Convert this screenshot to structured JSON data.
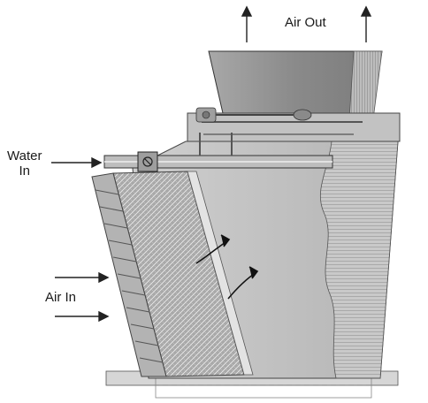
{
  "labels": {
    "air_out": "Air Out",
    "water_in_line1": "Water",
    "water_in_line2": "In",
    "air_in": "Air In"
  },
  "icons": {
    "flow_arrow": "arrow-icon",
    "fan_motor": "motor-icon",
    "valve": "valve-icon"
  },
  "colors": {
    "fan_stack": "#8f8f8f",
    "casing": "#bdbdbd",
    "fill_media": "#a6a6a6",
    "louvers": "#9a9a9a",
    "cutaway_fill": "#d8d8d8",
    "outline": "#333333"
  }
}
